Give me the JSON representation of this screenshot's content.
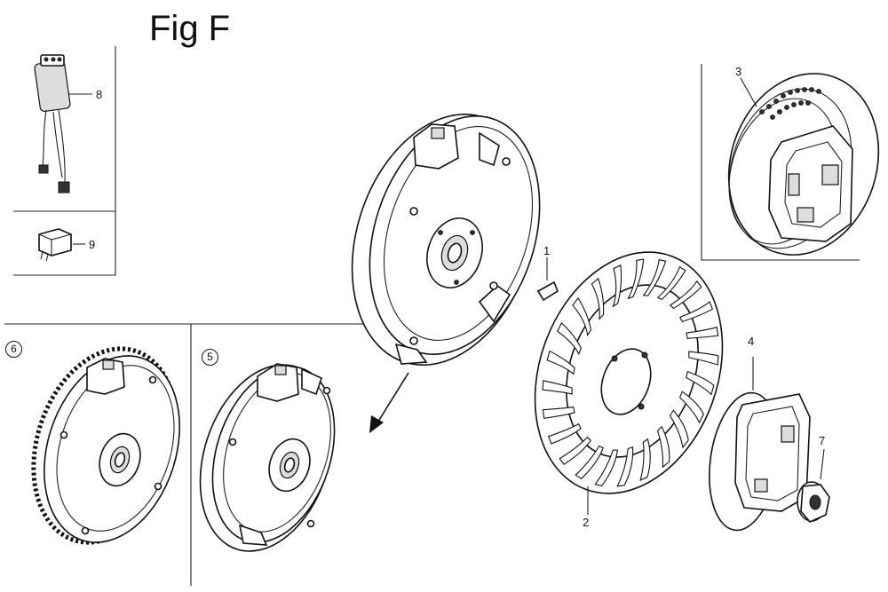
{
  "figure": {
    "title": "Fig F"
  },
  "callouts": {
    "p1": "1",
    "p2": "2",
    "p3": "3",
    "p4": "4",
    "p5": "5",
    "p6": "6",
    "p7": "7",
    "p8": "8",
    "p9": "9"
  },
  "parts": {
    "p1": {
      "icon": "woodruff-key-icon"
    },
    "p2": {
      "icon": "cooling-fan-icon"
    },
    "p3": {
      "icon": "recoil-starter-pulley-icon"
    },
    "p4": {
      "icon": "starter-pulley-icon"
    },
    "p5": {
      "icon": "flywheel-icon"
    },
    "p6": {
      "icon": "flywheel-ring-gear-icon"
    },
    "p7": {
      "icon": "flywheel-nut-icon"
    },
    "p8": {
      "icon": "ignition-module-icon"
    },
    "p9": {
      "icon": "relay-icon"
    }
  },
  "main_flywheel": {
    "icon": "flywheel-icon"
  },
  "arrow": {
    "icon": "arrow-icon"
  }
}
